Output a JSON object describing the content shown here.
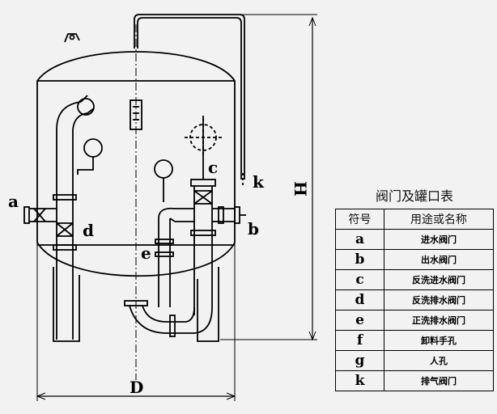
{
  "labels": {
    "a": "a",
    "b": "b",
    "c": "c",
    "d": "d",
    "e": "e",
    "k": "k",
    "H": "H",
    "D": "D"
  },
  "legend": {
    "title": "阀门及罐口表",
    "headers": [
      "符号",
      "用途或名称"
    ],
    "rows": [
      {
        "symbol": "a",
        "name": "进水阀门"
      },
      {
        "symbol": "b",
        "name": "出水阀门"
      },
      {
        "symbol": "c",
        "name": "反洗进水阀门"
      },
      {
        "symbol": "d",
        "name": "反洗排水阀门"
      },
      {
        "symbol": "e",
        "name": "正洗排水阀门"
      },
      {
        "symbol": "f",
        "name": "卸料手孔"
      },
      {
        "symbol": "g",
        "name": "人孔"
      },
      {
        "symbol": "k",
        "name": "排气阀门"
      }
    ]
  }
}
